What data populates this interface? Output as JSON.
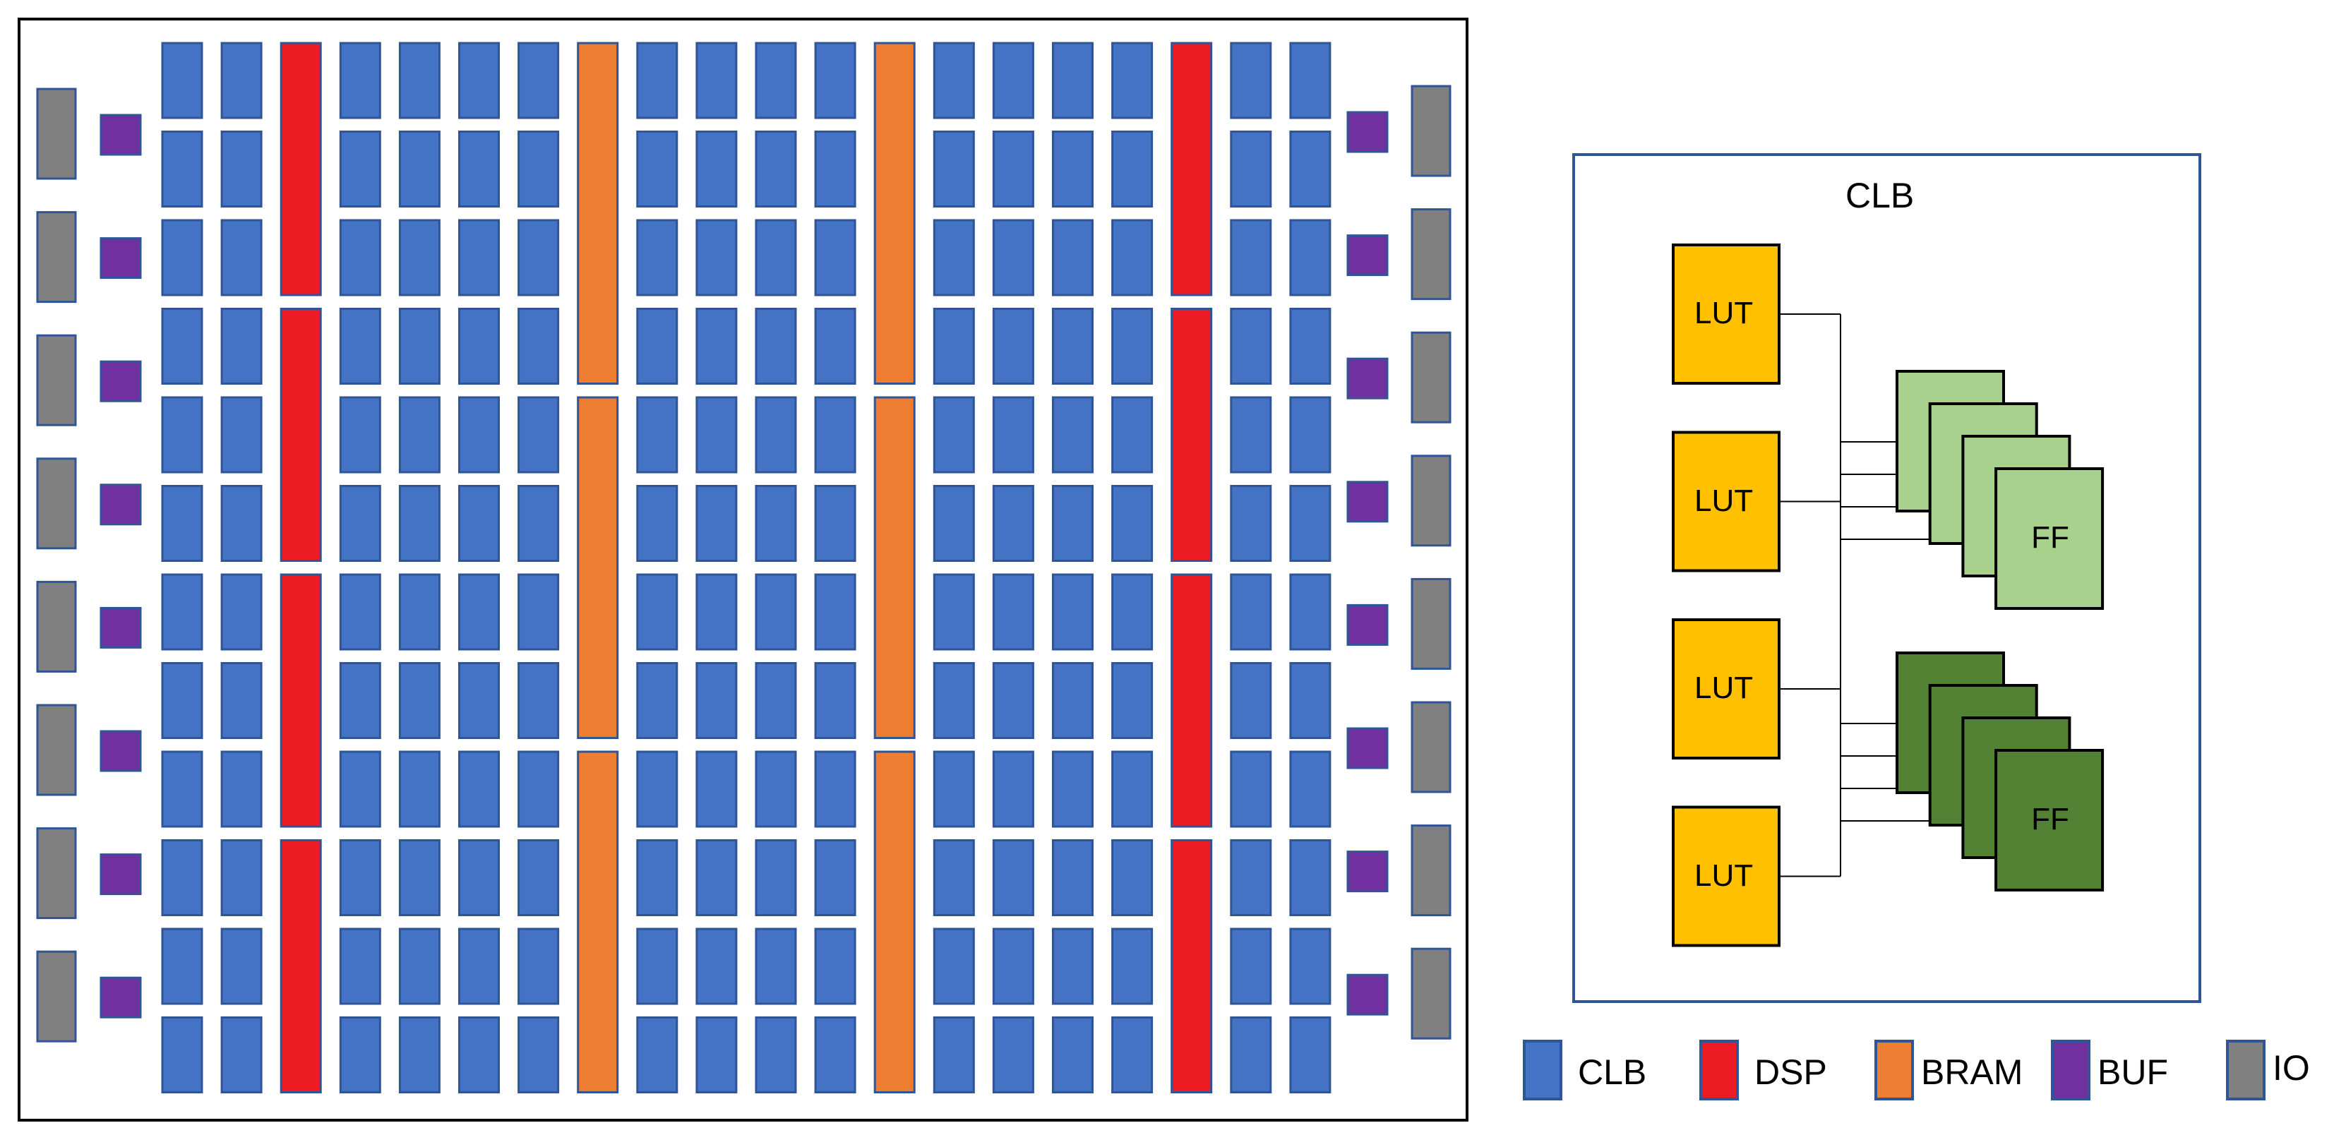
{
  "colors": {
    "clb": "#4472C4",
    "dsp": "#ED1C24",
    "bram": "#ED7D31",
    "buf": "#7030A0",
    "io": "#808080",
    "block_border": "#2F5597",
    "lut": "#FFC000",
    "ff_light": "#A9D18E",
    "ff_dark": "#548235",
    "frame": "#000000",
    "clb_box_border": "#2F5597"
  },
  "fabric": {
    "rows": 12,
    "column_types": [
      "clb",
      "clb",
      "dsp",
      "clb",
      "clb",
      "clb",
      "clb",
      "bram",
      "clb",
      "clb",
      "clb",
      "clb",
      "bram",
      "clb",
      "clb",
      "clb",
      "clb",
      "dsp",
      "clb",
      "clb"
    ],
    "dsp_row_span": 3,
    "bram_row_span": 4,
    "io_pads_per_side": 8,
    "buf_pads_per_side": 8
  },
  "clb_detail": {
    "title": "CLB",
    "lut_label": "LUT",
    "lut_count": 4,
    "ff_label": "FF",
    "ff_groups": 2,
    "ff_per_group": 4
  },
  "legend": [
    {
      "label": "CLB",
      "color_key": "clb"
    },
    {
      "label": "DSP",
      "color_key": "dsp"
    },
    {
      "label": "BRAM",
      "color_key": "bram"
    },
    {
      "label": "BUF",
      "color_key": "buf"
    },
    {
      "label": "IO",
      "color_key": "io"
    }
  ]
}
